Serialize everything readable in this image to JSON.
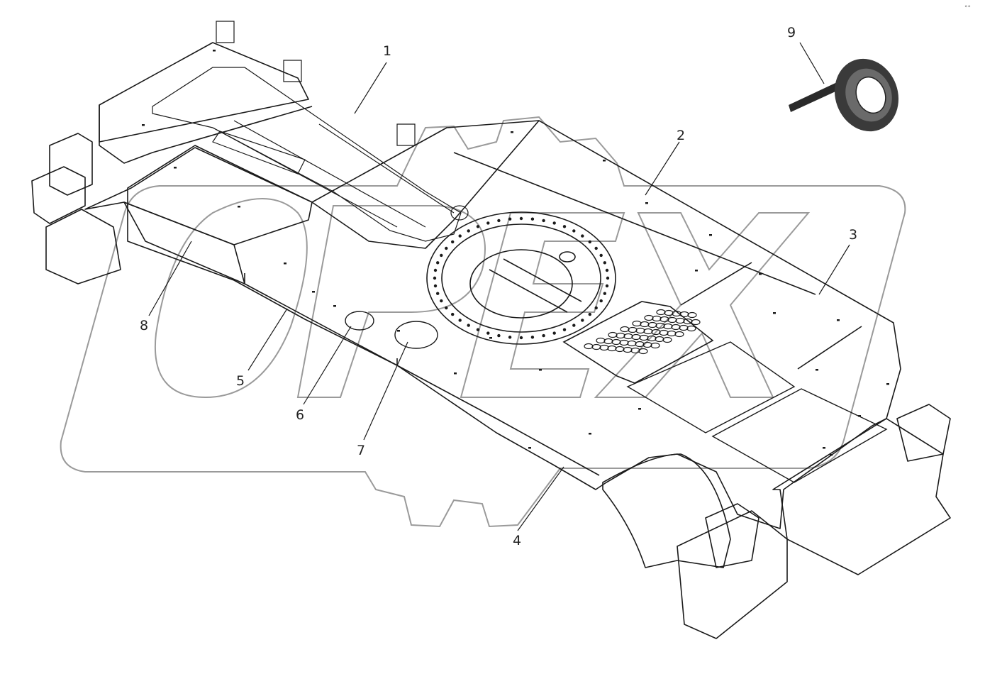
{
  "diagram": {
    "callouts": [
      {
        "id": "1",
        "label": "1"
      },
      {
        "id": "2",
        "label": "2"
      },
      {
        "id": "3",
        "label": "3"
      },
      {
        "id": "4",
        "label": "4"
      },
      {
        "id": "5",
        "label": "5"
      },
      {
        "id": "6",
        "label": "6"
      },
      {
        "id": "7",
        "label": "7"
      },
      {
        "id": "8",
        "label": "8"
      },
      {
        "id": "9",
        "label": "9"
      }
    ],
    "watermark_text": "OPEX",
    "corner_mark": "°°"
  },
  "colors": {
    "line": "#1a1a1a",
    "watermark": "#9a9a9a",
    "tape_dark": "#2a2a2a",
    "tape_mid": "#6a6a6a"
  }
}
